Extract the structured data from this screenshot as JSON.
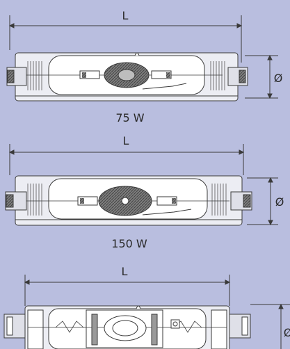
{
  "diagram": {
    "dimension_length": "L",
    "dimension_diameter": "Ø",
    "lamps": [
      {
        "wattage": "75 W"
      },
      {
        "wattage": "150 W"
      },
      {
        "wattage": ""
      }
    ]
  },
  "colors": {
    "background": "#b9bedf",
    "outline": "#3a3a3a",
    "body_fill": "#ecedf3",
    "glass_fill": "#ffffff",
    "burner_fill": "#8a8a8a"
  }
}
